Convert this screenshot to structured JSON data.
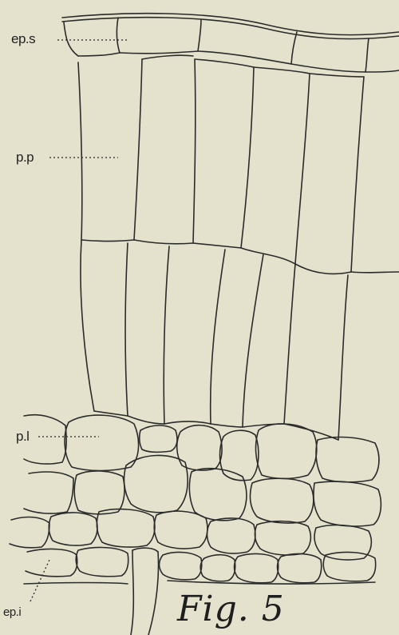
{
  "figure": {
    "caption": "Fig. 5",
    "labels": {
      "eps": "ep.s",
      "pp": "p.p",
      "pl": "p.l",
      "epi": "ep.i"
    },
    "colors": {
      "background": "#e4e1cc",
      "ink": "#2b2b2b"
    }
  }
}
